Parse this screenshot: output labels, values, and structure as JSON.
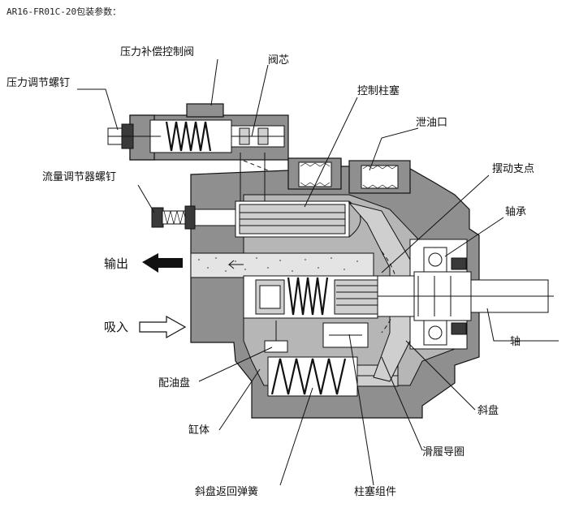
{
  "caption": "AR16-FR01C-20包装参数：",
  "labels": {
    "pressure_comp_valve": "压力补偿控制阀",
    "pressure_adjust_screw": "压力调节螺钉",
    "spool": "阀芯",
    "control_piston": "控制柱塞",
    "drain_port": "泄油口",
    "flow_adjust_screw": "流量调节器螺钉",
    "pivot": "摆动支点",
    "bearing": "轴承",
    "output": "输出",
    "input": "吸入",
    "shaft": "轴",
    "valve_plate": "配油盘",
    "swash_plate": "斜盘",
    "cylinder": "缸体",
    "shoe_guide": "滑履导圈",
    "return_spring": "斜盘返回弹簧",
    "piston_assembly": "柱塞组件"
  },
  "colors": {
    "body": "#8f8f8f",
    "body_light": "#b6b6b6",
    "background": "#ffffff",
    "line": "#111111"
  },
  "icons": {
    "output_arrow": "arrow-left-solid-icon",
    "input_arrow": "arrow-right-outline-icon"
  }
}
